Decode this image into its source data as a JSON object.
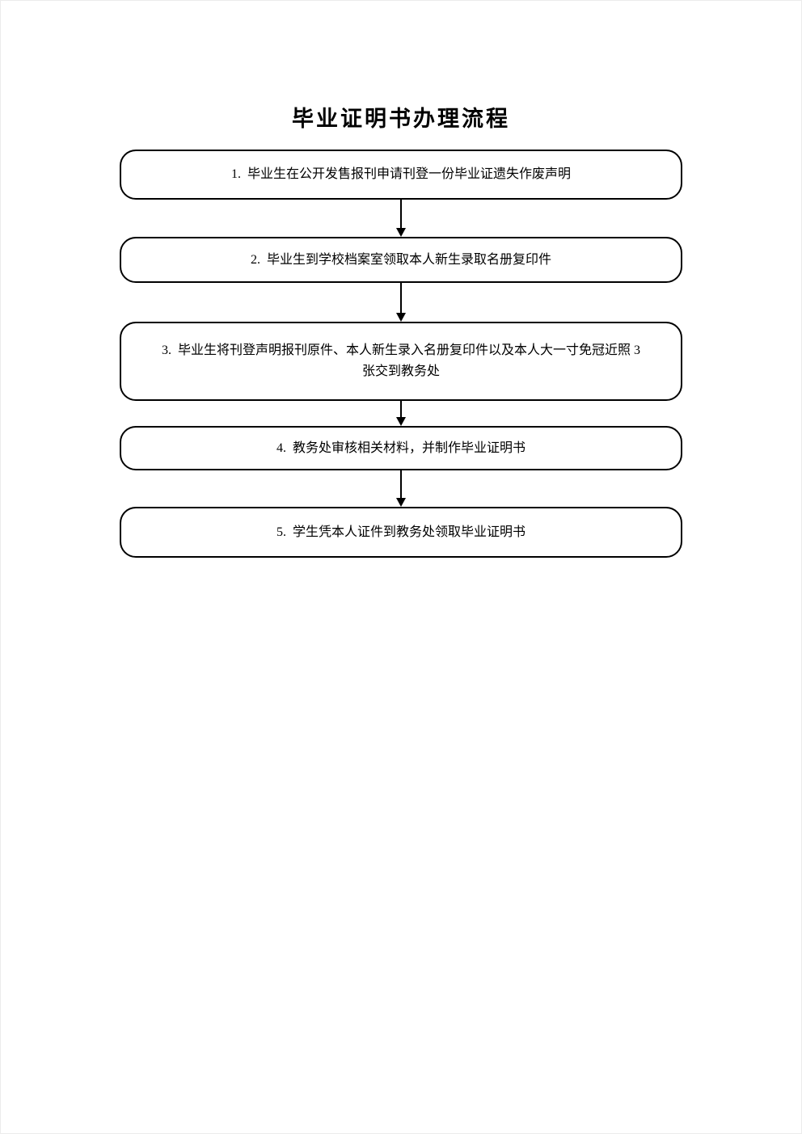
{
  "title": "毕业证明书办理流程",
  "colors": {
    "border": "#000000",
    "background": "#ffffff",
    "text": "#000000"
  },
  "flow": {
    "connector_icon": "down-arrow",
    "steps": [
      {
        "label": "1.  毕业生在公开发售报刊申请刊登一份毕业证遗失作废声明"
      },
      {
        "label": "2.  毕业生到学校档案室领取本人新生录取名册复印件"
      },
      {
        "label": "3.  毕业生将刊登声明报刊原件、本人新生录入名册复印件以及本人大一寸免冠近照 3\n张交到教务处"
      },
      {
        "label": "4.  教务处审核相关材料，并制作毕业证明书"
      },
      {
        "label": "5.  学生凭本人证件到教务处领取毕业证明书"
      }
    ]
  }
}
